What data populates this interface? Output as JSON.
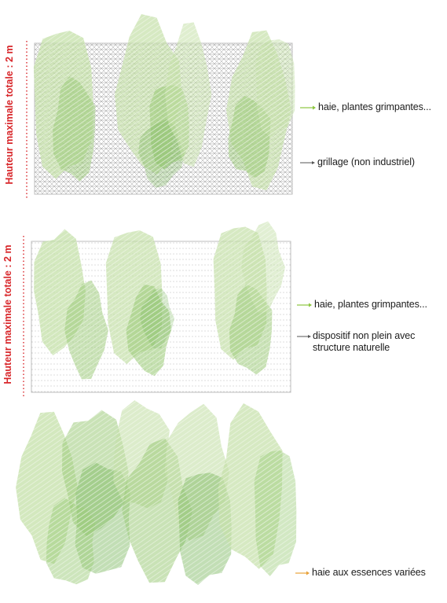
{
  "panels": [
    {
      "id": "panel-1",
      "height_label": "Hauteur maximale totale : 2 m",
      "labels": [
        {
          "text": "haie, plantes grimpantes...",
          "arrow_color": "#8cc63f"
        },
        {
          "text": "grillage (non industriel)",
          "arrow_color": "#555555"
        }
      ]
    },
    {
      "id": "panel-2",
      "height_label": "Hauteur maximale totale : 2 m",
      "labels": [
        {
          "text": "haie, plantes grimpantes...",
          "arrow_color": "#8cc63f"
        },
        {
          "text": "dispositif non plein avec",
          "text2": "structure naturelle",
          "arrow_color": "#555555"
        }
      ]
    },
    {
      "id": "panel-3",
      "labels": [
        {
          "text": "haie aux essences variées",
          "arrow_color": "#e8a23a"
        }
      ]
    }
  ],
  "colors": {
    "height_text": "#d8262a",
    "foliage_light": "#c4e0a8",
    "foliage_mid": "#9ccb7a",
    "foliage_dark": "#78b55a",
    "mesh": "#8a8a8a",
    "frame": "#bdbdbd"
  }
}
